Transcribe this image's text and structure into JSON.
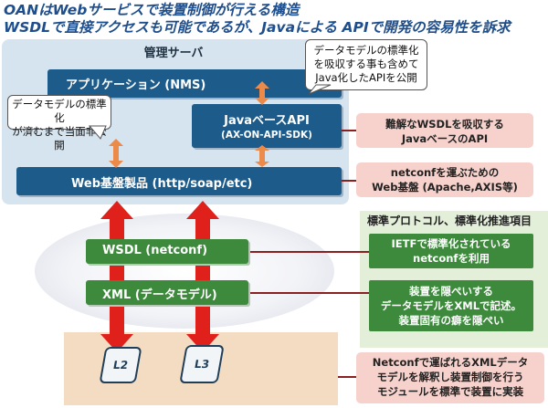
{
  "title": {
    "line1": "OANはWebサービスで装置制御が行える構造",
    "line2": "WSDLで直接アクセスも可能であるが、Javaによる APIで開発の容易性を訴求"
  },
  "management_server": {
    "label": "管理サーバ",
    "application": "アプリケーション (NMS)",
    "java_api": {
      "line1": "JavaベースAPI",
      "line2": "(AX-ON-API-SDK)"
    },
    "web_base": "Web基盤製品 (http/soap/etc)"
  },
  "callouts": {
    "left": {
      "line1": "データモデルの標準化",
      "line2": "が済むまで当面非公開"
    },
    "right": {
      "line1": "データモデルの標準化",
      "line2": "を吸収する事も含めて",
      "line3": "Java化したAPIを公開"
    }
  },
  "notes": {
    "java": {
      "line1": "難解なWSDLを吸収する",
      "line2": "JavaベースのAPI"
    },
    "web": {
      "line1": "netconfを運ぶための",
      "line2": "Web基盤 (Apache,AXIS等)"
    },
    "device": {
      "line1": "Netconfで運ばれるXMLデータ",
      "line2": "モデルを解釈し装置制御を行う",
      "line3": "モジュールを標準で装置に実装"
    }
  },
  "protocol_layer": {
    "wsdl": "WSDL (netconf)",
    "xml": "XML (データモデル)"
  },
  "standardization": {
    "heading": "標準プロトコル、標準化推進項目",
    "ietf": {
      "line1": "IETFで標準化されている",
      "line2": "netconfを利用"
    },
    "datamodel": {
      "line1": "装置を隠ぺいする",
      "line2": "データモデルをXMLで記述。",
      "line3": "装置固有の癖を隠ぺい"
    }
  },
  "devices": [
    {
      "label": "L2"
    },
    {
      "label": "L3"
    }
  ],
  "colors": {
    "title": "#1f4e8c",
    "server_panel": "#d6e4ef",
    "server_box": "#1c5b8a",
    "protocol_box": "#3d8a3d",
    "standard_panel": "#e4efd9",
    "note_pink": "#f7d2cc",
    "device_panel": "#f4dcc2",
    "arrow_red": "#e0201b",
    "arrow_orange": "#ec8a4a"
  }
}
